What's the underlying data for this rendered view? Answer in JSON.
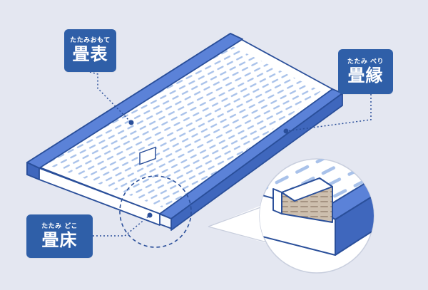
{
  "labels": {
    "omote": {
      "ruby": "たたみおもて",
      "word": "畳表"
    },
    "beri": {
      "ruby": "たたみ べり",
      "word": "畳縁"
    },
    "toko": {
      "ruby": "たたみ どこ",
      "word": "畳床"
    }
  },
  "colors": {
    "background": "#e4e7f1",
    "label": "#2f5fa8",
    "border_fill": "#5b82d8",
    "border_stroke": "#2a4f9a",
    "mat_surface": "#ffffff",
    "weave_dash": "#a9c2ea",
    "core_fill": "#cdbfae",
    "core_line": "#8a7764"
  },
  "icons": [
    "leader-dot",
    "callout-circle",
    "magnifier-bubble"
  ]
}
